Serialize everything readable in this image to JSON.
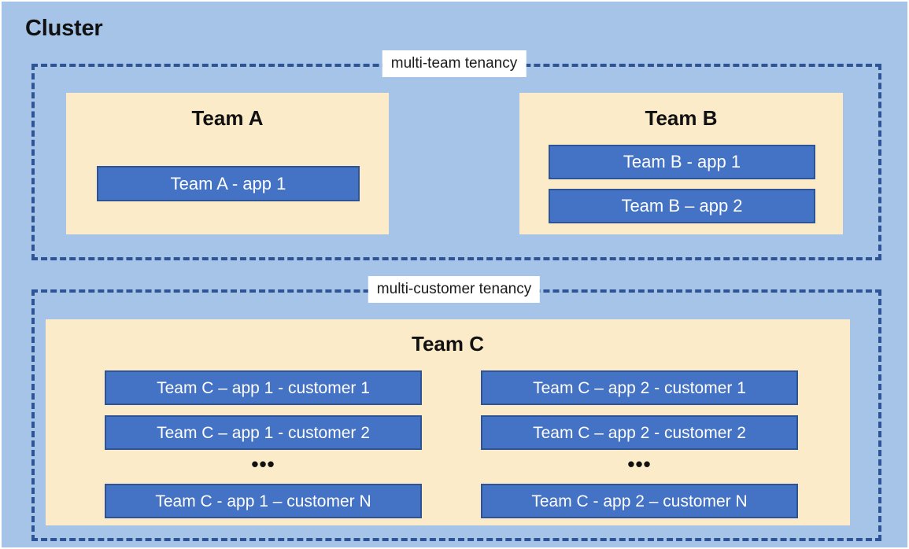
{
  "diagram": {
    "title": "Cluster",
    "colors": {
      "background": "#A6C4E7",
      "team_panel": "#FCEBC8",
      "app_box": "#4472C4",
      "app_box_border": "#2F5496",
      "dashed_border": "#2F5496",
      "label_chip_bg": "#FFFFFF",
      "text_dark": "#111111",
      "text_light": "#FFFFFF"
    },
    "tenancies": [
      {
        "id": "multi-team",
        "label": "multi-team tenancy",
        "teams": [
          {
            "id": "team-a",
            "heading": "Team A",
            "apps": [
              {
                "label": "Team A - app 1"
              }
            ]
          },
          {
            "id": "team-b",
            "heading": "Team B",
            "apps": [
              {
                "label": "Team B - app 1"
              },
              {
                "label": "Team B – app 2"
              }
            ]
          }
        ]
      },
      {
        "id": "multi-customer",
        "label": "multi-customer tenancy",
        "teams": [
          {
            "id": "team-c",
            "heading": "Team C",
            "columns": [
              {
                "id": "app-1",
                "ellipsis": "•••",
                "apps": [
                  {
                    "label": "Team C – app 1 - customer 1"
                  },
                  {
                    "label": "Team C – app 1 - customer 2"
                  },
                  {
                    "label": "Team C - app 1 – customer N"
                  }
                ]
              },
              {
                "id": "app-2",
                "ellipsis": "•••",
                "apps": [
                  {
                    "label": "Team C – app 2 - customer 1"
                  },
                  {
                    "label": "Team C – app 2 - customer 2"
                  },
                  {
                    "label": "Team C - app 2 – customer N"
                  }
                ]
              }
            ]
          }
        ]
      }
    ]
  }
}
